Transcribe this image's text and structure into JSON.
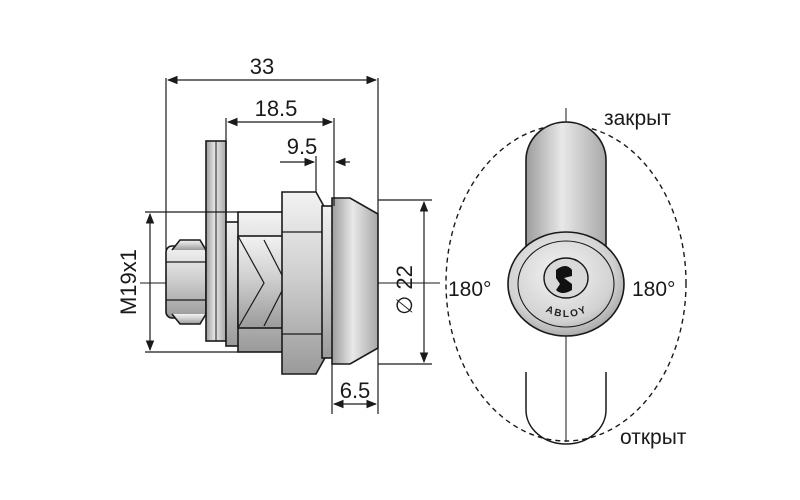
{
  "dimensions": {
    "overall_length": "33",
    "flange_to_body": "18.5",
    "collar": "9.5",
    "thread": "M19x1",
    "diameter": "∅ 22",
    "front_depth": "6.5"
  },
  "rotation": {
    "closed_label": "закрыт",
    "open_label": "открыт",
    "angle_left": "180°",
    "angle_right": "180°"
  },
  "brand": {
    "text": "ABLOY"
  },
  "colors": {
    "line": "#1a1a1a",
    "metal_light": "#e6e6e6",
    "metal_mid": "#bdbdbd",
    "metal_dark": "#8a8a8a"
  }
}
